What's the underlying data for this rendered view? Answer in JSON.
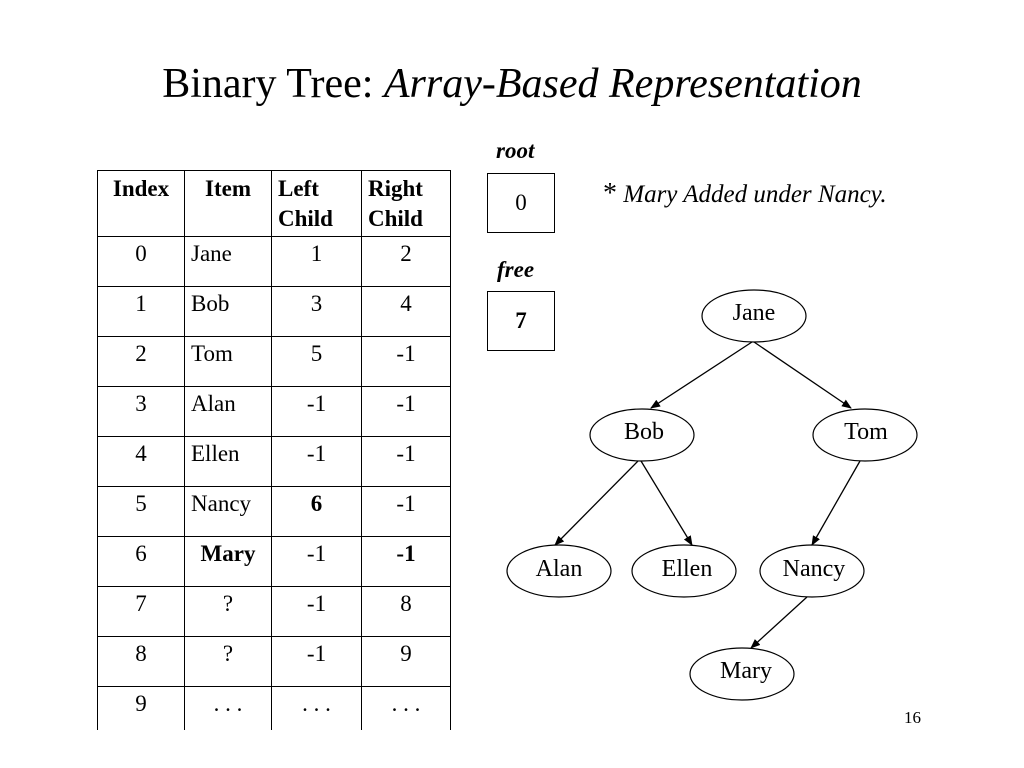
{
  "title": {
    "main": "Binary Tree: ",
    "italic": "Array-Based Representation"
  },
  "table": {
    "headers": {
      "index": "Index",
      "item": "Item",
      "left_line1": "Left",
      "left_line2": "Child",
      "right_line1": "Right",
      "right_line2": "Child"
    },
    "rows": [
      {
        "index": "0",
        "item": "Jane",
        "left": "1",
        "right": "2"
      },
      {
        "index": "1",
        "item": "Bob",
        "left": "3",
        "right": "4"
      },
      {
        "index": "2",
        "item": "Tom",
        "left": "5",
        "right": "-1"
      },
      {
        "index": "3",
        "item": "Alan",
        "left": "-1",
        "right": "-1"
      },
      {
        "index": "4",
        "item": "Ellen",
        "left": "-1",
        "right": "-1"
      },
      {
        "index": "5",
        "item": "Nancy",
        "left": "6",
        "right": "-1"
      },
      {
        "index": "6",
        "item": "Mary",
        "left": "-1",
        "right": "-1"
      },
      {
        "index": "7",
        "item": "?",
        "left": "-1",
        "right": "8"
      },
      {
        "index": "8",
        "item": "?",
        "left": "-1",
        "right": "9"
      },
      {
        "index": "9",
        "item": ". . .",
        "left": ". . .",
        "right": ". . ."
      }
    ]
  },
  "root": {
    "label": "root",
    "value": "0"
  },
  "free": {
    "label": "free",
    "value": "7"
  },
  "note": {
    "star": "*",
    "text": "Mary Added under Nancy."
  },
  "tree": {
    "nodes": {
      "jane": "Jane",
      "bob": "Bob",
      "tom": "Tom",
      "alan": "Alan",
      "ellen": "Ellen",
      "nancy": "Nancy",
      "mary": "Mary"
    }
  },
  "page_number": "16"
}
